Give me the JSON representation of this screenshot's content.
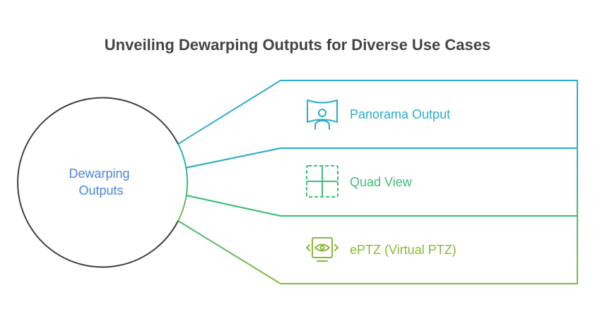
{
  "title": "Unveiling Dewarping Outputs for Diverse Use Cases",
  "center": {
    "line1": "Dewarping",
    "line2": "Outputs",
    "color": "#4a86d8",
    "stroke_color": "#3f3f3f"
  },
  "items": [
    {
      "label": "Panorama Output",
      "icon": "panorama-person-icon",
      "color": "#2aaccc"
    },
    {
      "label": "Quad View",
      "icon": "quad-grid-icon",
      "color": "#3dbd7a"
    },
    {
      "label": "ePTZ (Virtual PTZ)",
      "icon": "eye-monitor-icon",
      "color": "#88b83a"
    }
  ]
}
